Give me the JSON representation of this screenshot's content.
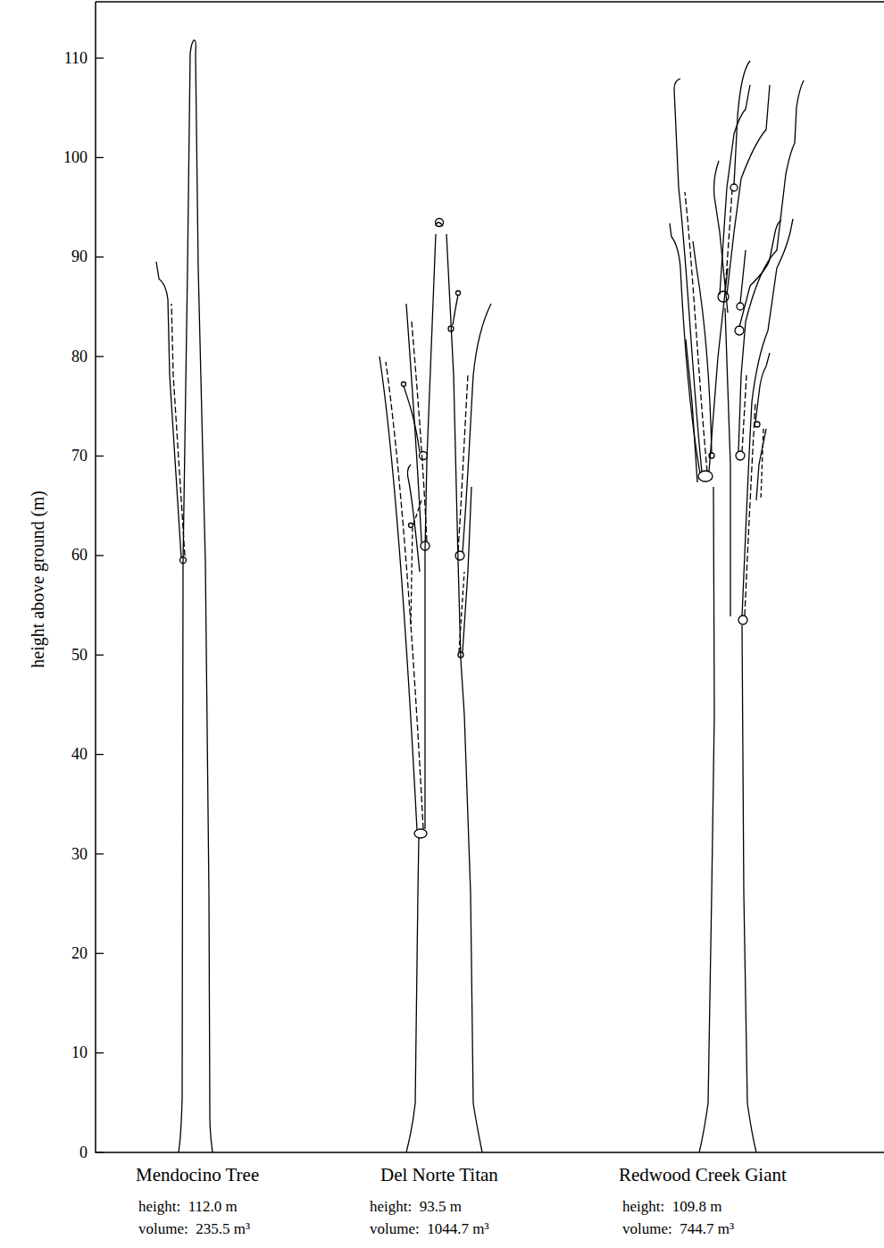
{
  "diagram": {
    "labels": [
      "110",
      "100",
      "90",
      "80",
      "70",
      "60",
      "50",
      "40",
      "30",
      "20",
      "10",
      "0",
      "height above ground (m)",
      "Mendocino Tree",
      "height:  112.0 m",
      "volume:  235.5 m³",
      "Del Norte Titan",
      "height:  93.5 m",
      "volume:  1044.7 m³",
      "Redwood Creek Giant",
      "height:  109.8 m",
      "volume:  744.7 m³"
    ]
  }
}
